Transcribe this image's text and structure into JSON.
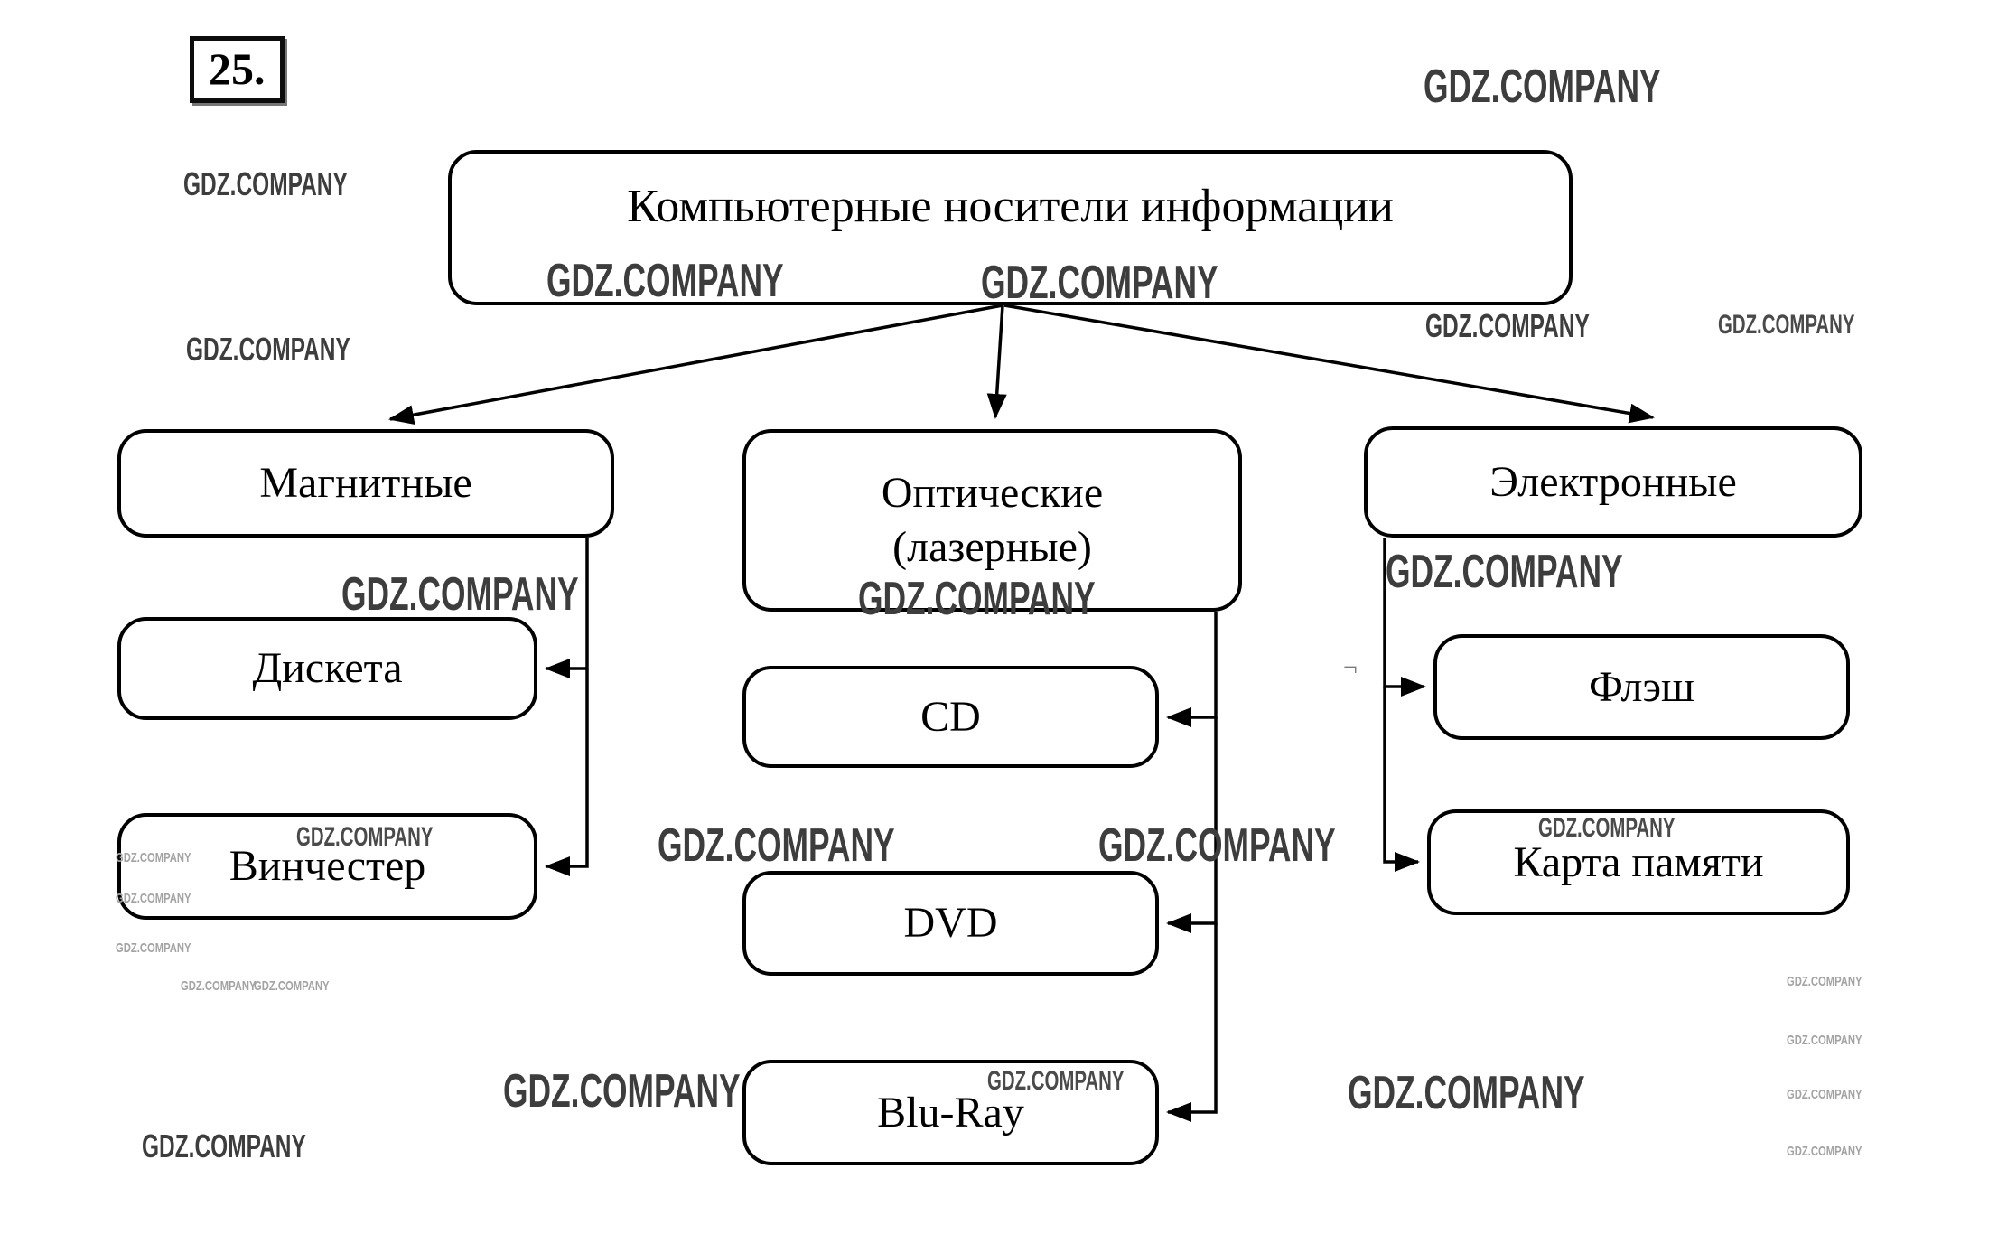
{
  "page_number": "25.",
  "watermark": {
    "text": "GDZ.COMPANY"
  },
  "stray_mark": "¬",
  "diagram": {
    "root": {
      "label": "Компьютерные носители информации"
    },
    "branches": [
      {
        "label": "Магнитные",
        "children": [
          {
            "label": "Дискета"
          },
          {
            "label": "Винчестер"
          }
        ]
      },
      {
        "label_line1": "Оптические",
        "label_line2": "(лазерные)",
        "children": [
          {
            "label": "CD"
          },
          {
            "label": "DVD"
          },
          {
            "label": "Blu-Ray"
          }
        ]
      },
      {
        "label": "Электронные",
        "children": [
          {
            "label": "Флэш"
          },
          {
            "label": "Карта памяти"
          }
        ]
      }
    ]
  }
}
